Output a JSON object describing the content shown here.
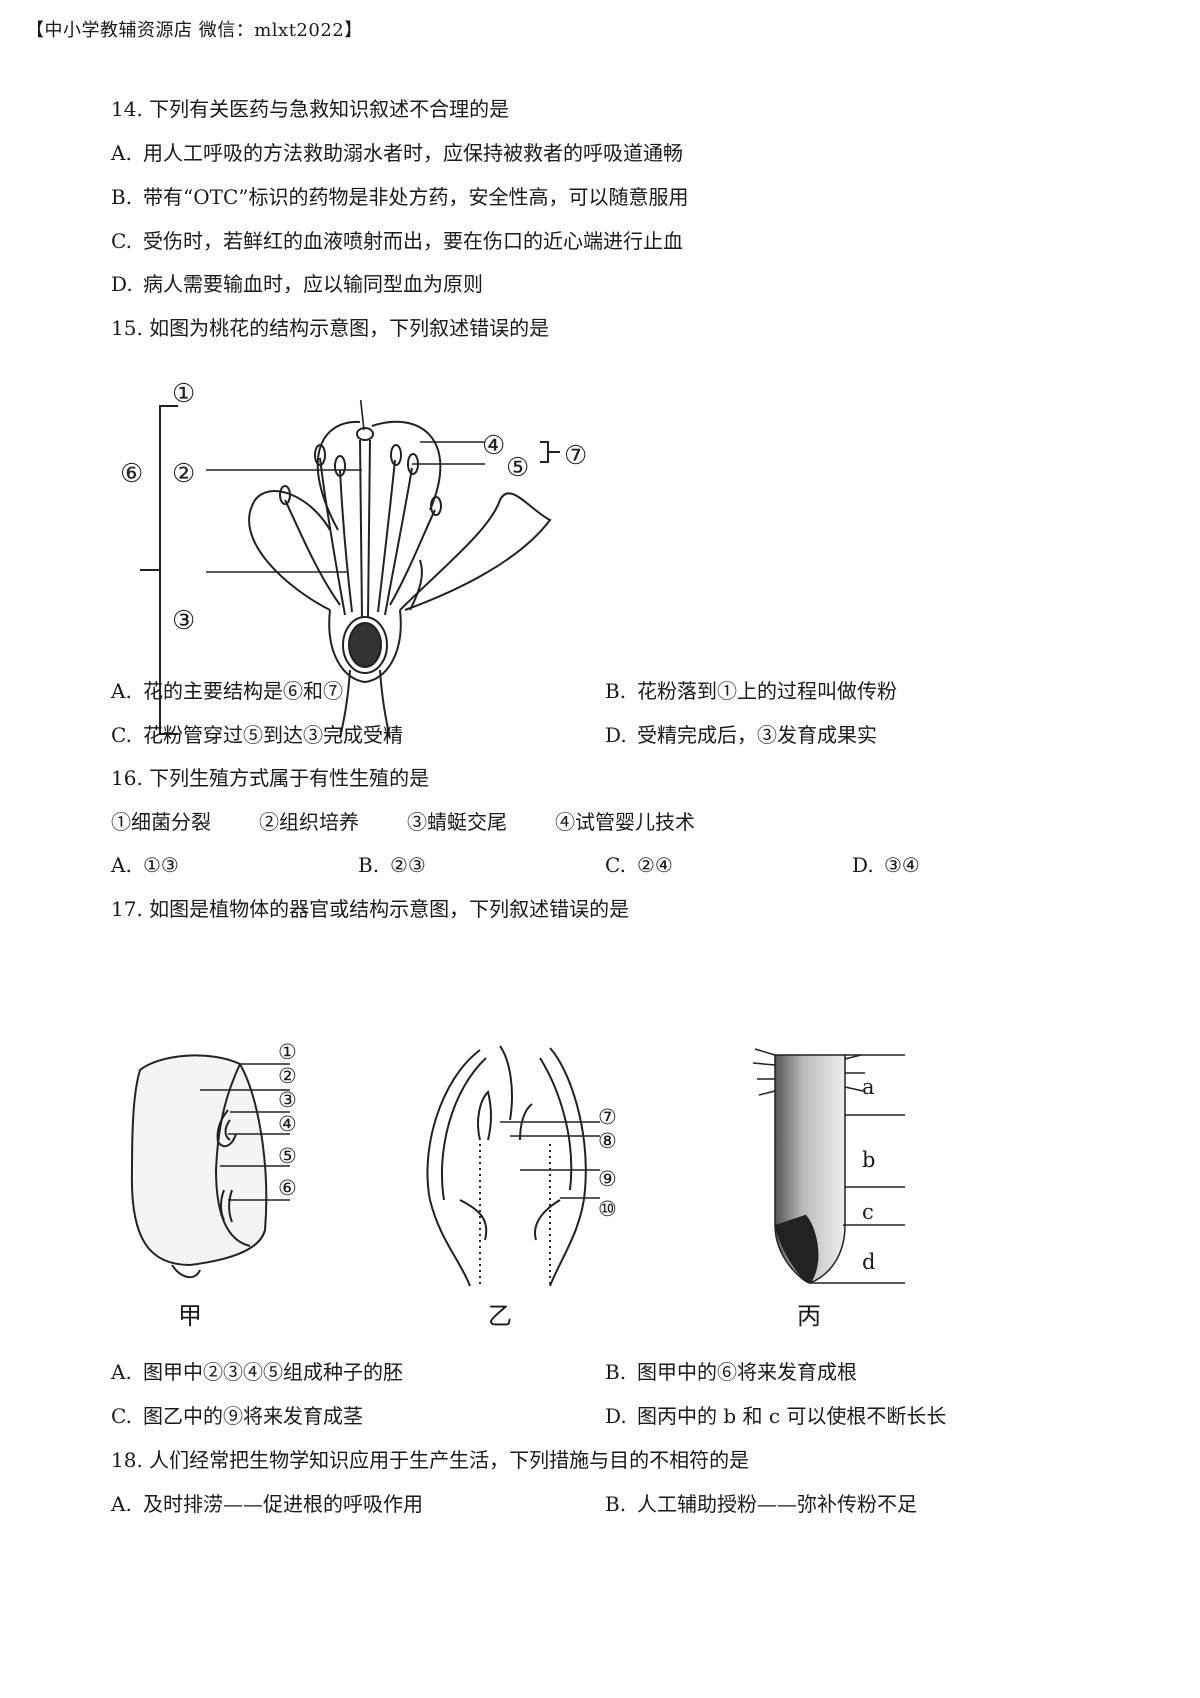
{
  "header": "【中小学教辅资源店 微信：mlxt2022】",
  "q14": {
    "stem": "14. 下列有关医药与急救知识叙述不合理的是",
    "options": [
      {
        "label": "A.",
        "text": "用人工呼吸的方法救助溺水者时，应保持被救者的呼吸道通畅"
      },
      {
        "label": "B.",
        "text": "带有“OTC”标识的药物是非处方药，安全性高，可以随意服用"
      },
      {
        "label": "C.",
        "text": "受伤时，若鲜红的血液喷射而出，要在伤口的近心端进行止血"
      },
      {
        "label": "D.",
        "text": "病人需要输血时，应以输同型血为原则"
      }
    ]
  },
  "q15": {
    "stem": "15. 如图为桃花的结构示意图，下列叙述错误的是",
    "figure_labels": [
      "①",
      "②",
      "③",
      "④",
      "⑤",
      "⑥",
      "⑦"
    ],
    "options": [
      {
        "label": "A.",
        "text": "花的主要结构是⑥和⑦"
      },
      {
        "label": "B.",
        "text": "花粉落到①上的过程叫做传粉"
      },
      {
        "label": "C.",
        "text": "花粉管穿过⑤到达③完成受精"
      },
      {
        "label": "D.",
        "text": "受精完成后，③发育成果实"
      }
    ]
  },
  "q16": {
    "stem": "16. 下列生殖方式属于有性生殖的是",
    "items": [
      "①细菌分裂",
      "②组织培养",
      "③蜻蜓交尾",
      "④试管婴儿技术"
    ],
    "options": [
      {
        "label": "A.",
        "text": "①③"
      },
      {
        "label": "B.",
        "text": "②③"
      },
      {
        "label": "C.",
        "text": "②④"
      },
      {
        "label": "D.",
        "text": "③④"
      }
    ]
  },
  "q17": {
    "stem": "17. 如图是植物体的器官或结构示意图，下列叙述错误的是",
    "fig_jia_labels": [
      "①",
      "②",
      "③",
      "④",
      "⑤",
      "⑥"
    ],
    "fig_yi_labels": [
      "⑦",
      "⑧",
      "⑨",
      "⑩"
    ],
    "fig_bing_labels": [
      "a",
      "b",
      "c",
      "d"
    ],
    "captions": [
      "甲",
      "乙",
      "丙"
    ],
    "options": [
      {
        "label": "A.",
        "text": "图甲中②③④⑤组成种子的胚"
      },
      {
        "label": "B.",
        "text": "图甲中的⑥将来发育成根"
      },
      {
        "label": "C.",
        "text": "图乙中的⑨将来发育成茎"
      },
      {
        "label": "D.",
        "text": "图丙中的 b 和 c 可以使根不断长长"
      }
    ]
  },
  "q18": {
    "stem": "18. 人们经常把生物学知识应用于生产生活，下列措施与目的不相符的是",
    "options": [
      {
        "label": "A.",
        "text": "及时排涝——促进根的呼吸作用"
      },
      {
        "label": "B.",
        "text": "人工辅助授粉——弥补传粉不足"
      }
    ]
  }
}
